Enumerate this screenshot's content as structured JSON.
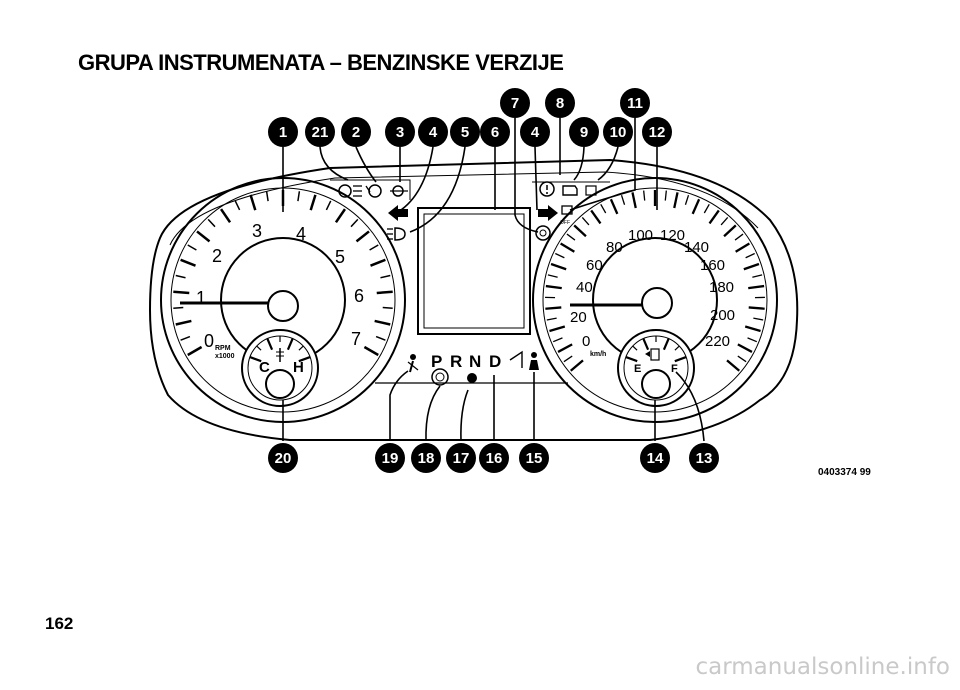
{
  "page": {
    "title": "GRUPA INSTRUMENATA – BENZINSKE VERZIJE",
    "page_number": "162",
    "figure_code": "0403374 99",
    "watermark": "carmanualsonline.info"
  },
  "tachometer": {
    "labels": [
      "0",
      "1",
      "2",
      "3",
      "4",
      "5",
      "6",
      "7"
    ],
    "unit_line1": "RPM",
    "unit_line2": "x1000"
  },
  "speedometer": {
    "labels": [
      "0",
      "20",
      "40",
      "60",
      "80",
      "100",
      "120",
      "140",
      "160",
      "180",
      "200",
      "220"
    ],
    "unit": "km/h"
  },
  "temp_gauge": {
    "low": "C",
    "high": "H"
  },
  "fuel_gauge": {
    "low": "E",
    "high": "F"
  },
  "gear_selector": [
    "P",
    "R",
    "N",
    "D"
  ],
  "callouts": [
    "1",
    "21",
    "2",
    "3",
    "4",
    "5",
    "6",
    "7",
    "8",
    "4",
    "9",
    "10",
    "11",
    "12",
    "20",
    "19",
    "18",
    "17",
    "16",
    "15",
    "14",
    "13"
  ],
  "colors": {
    "ink": "#000000",
    "background": "#ffffff",
    "watermark": "#c9c9c9"
  }
}
